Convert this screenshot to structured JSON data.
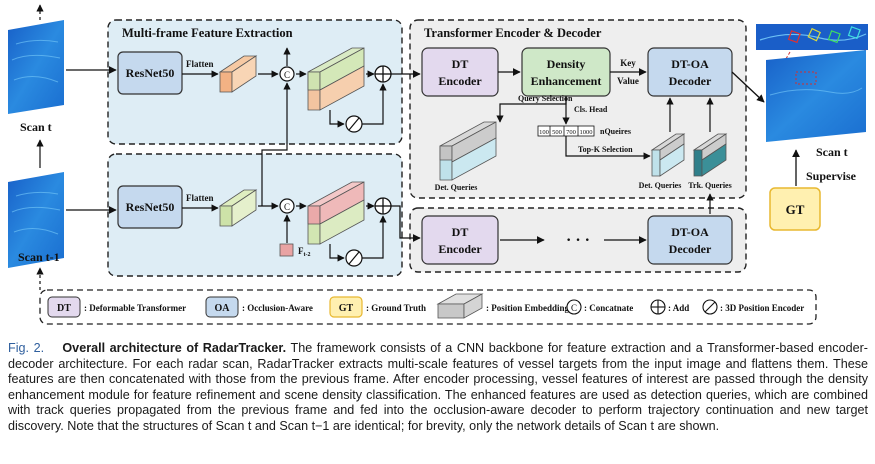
{
  "sections": {
    "multiframe_title": "Multi-frame Feature Extraction",
    "transformer_title": "Transformer Encoder & Decoder"
  },
  "inputs": {
    "scan_t": "Scan t",
    "scan_t1": "Scan t-1",
    "output_scan": "Scan t",
    "gt": "GT",
    "supervise": "Supervise"
  },
  "blocks": {
    "resnet_top": "ResNet50",
    "resnet_bottom": "ResNet50",
    "flatten_top": "Flatten",
    "flatten_bottom": "Flatten",
    "f_t2": "F",
    "f_t2_sub": "t-2",
    "dt_encoder_top_l1": "DT",
    "dt_encoder_top_l2": "Encoder",
    "density_l1": "Density",
    "density_l2": "Enhancement",
    "key": "Key",
    "value": "Value",
    "dtoa_top_l1": "DT-OA",
    "dtoa_top_l2": "Decoder",
    "query_selection": "Query Selection",
    "cls_head": "Cls. Head",
    "nqueries": "nQueires",
    "query_numbers": [
      "100",
      "500",
      "700",
      "1000"
    ],
    "topk": "Top-K Selection",
    "det_queries_left": "Det. Queries",
    "det_queries_right": "Det. Queries",
    "trk_queries": "Trk. Queries",
    "dt_encoder_bottom_l1": "DT",
    "dt_encoder_bottom_l2": "Encoder",
    "dots": "· · ·",
    "dtoa_bottom_l1": "DT-OA",
    "dtoa_bottom_l2": "Decoder"
  },
  "legend": {
    "dt_box": "DT",
    "dt_text": ": Deformable Transformer",
    "oa_box": "OA",
    "oa_text": ": Occlusion-Aware",
    "gt_box": "GT",
    "gt_text": ": Ground Truth",
    "pos_text": ": Position Embedding",
    "concat_symbol": "C",
    "concat_text": ": Concatnate",
    "add_text": ": Add",
    "pos3d_text": ": 3D Position Encoder"
  },
  "caption": {
    "label": "Fig. 2.",
    "title": "Overall architecture of RadarTracker.",
    "body": "The framework consists of a CNN backbone for feature extraction and a Transformer-based encoder-decoder architecture. For each radar scan, RadarTracker extracts multi-scale features of vessel targets from the input image and flattens them. These features are then concatenated with those from the previous frame. After encoder processing, vessel features of interest are passed through the density enhancement module for feature refinement and scene density classification. The enhanced features are used as detection queries, which are combined with track queries propagated from the previous frame and fed into the occlusion-aware decoder to perform trajectory continuation and new target discovery. Note that the structures of Scan t and Scan t−1 are identical; for brevity, only the network details of Scan t are shown."
  },
  "colors": {
    "panel_blue": "#deedf5",
    "panel_gray": "#eeeeee",
    "purple": "#e3d9ee",
    "green": "#cfe8c8",
    "blue_box": "#c5d9ee",
    "gt_fill": "#fff0b0",
    "gt_stroke": "#e8b830",
    "radar": "#1f7bd6"
  }
}
